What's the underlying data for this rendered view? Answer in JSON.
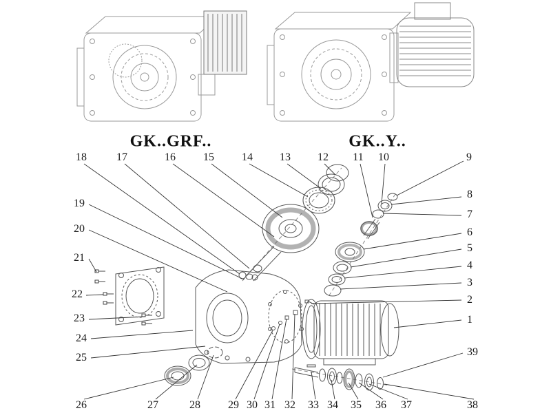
{
  "models": {
    "left": "GK..GRF..",
    "right": "GK..Y.."
  },
  "parts": {
    "p1": "1",
    "p2": "2",
    "p3": "3",
    "p4": "4",
    "p5": "5",
    "p6": "6",
    "p7": "7",
    "p8": "8",
    "p9": "9",
    "p10": "10",
    "p11": "11",
    "p12": "12",
    "p13": "13",
    "p14": "14",
    "p15": "15",
    "p16": "16",
    "p17": "17",
    "p18": "18",
    "p19": "19",
    "p20": "20",
    "p21": "21",
    "p22": "22",
    "p23": "23",
    "p24": "24",
    "p25": "25",
    "p26": "26",
    "p27": "27",
    "p28": "28",
    "p29": "29",
    "p30": "30",
    "p31": "31",
    "p32": "32",
    "p33": "33",
    "p34": "34",
    "p35": "35",
    "p36": "36",
    "p37": "37",
    "p38": "38",
    "p39": "39"
  }
}
